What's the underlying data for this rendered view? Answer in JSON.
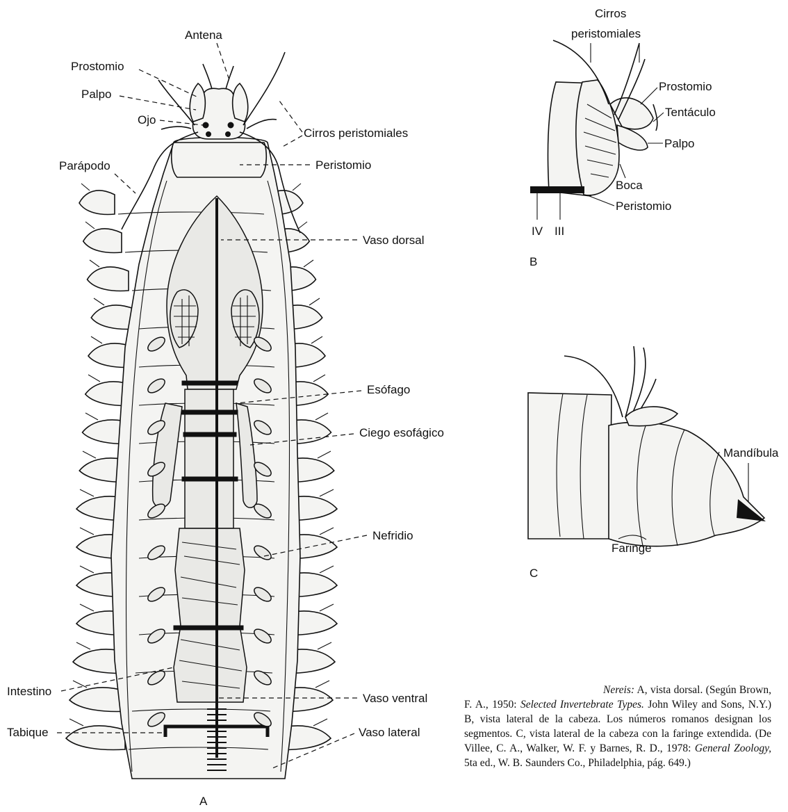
{
  "figure_a": {
    "panel_letter": "A",
    "labels": {
      "antena": "Antena",
      "prostomio": "Prostomio",
      "palpo": "Palpo",
      "ojo": "Ojo",
      "cirros": "Cirros peristomiales",
      "parapodo": "Parápodo",
      "peristomio": "Peristomio",
      "vaso_dorsal": "Vaso dorsal",
      "esofago": "Esófago",
      "ciego": "Ciego esofágico",
      "nefridio": "Nefridio",
      "intestino": "Intestino",
      "vaso_ventral": "Vaso ventral",
      "tabique": "Tabique",
      "vaso_lateral": "Vaso lateral"
    }
  },
  "figure_b": {
    "panel_letter": "B",
    "labels": {
      "cirros_1": "Cirros",
      "cirros_2": "peristomiales",
      "prostomio": "Prostomio",
      "tentaculo": "Tentáculo",
      "palpo": "Palpo",
      "boca": "Boca",
      "peristomio": "Peristomio",
      "seg_iv": "IV",
      "seg_iii": "III"
    }
  },
  "figure_c": {
    "panel_letter": "C",
    "labels": {
      "mandibula": "Mandíbula",
      "faringe": "Faringe"
    }
  },
  "caption": {
    "genus": "Nereis:",
    "p1": " A, vista dorsal. (Según Brown, F. A., 1950: ",
    "book1": "Selected Invertebrate Types.",
    "p2": " John Wiley and Sons, N.Y.) B, vista lateral de la cabeza. Los números romanos designan los segmentos. C, vista lateral de la cabeza con la faringe extendida. (De Villee, C. A., Walker, W. F. y Barnes, R. D., 1978: ",
    "book2": "General Zoology,",
    "p3": " 5ta ed., W. B. Saunders Co., Philadelphia, pág. 649.)"
  }
}
